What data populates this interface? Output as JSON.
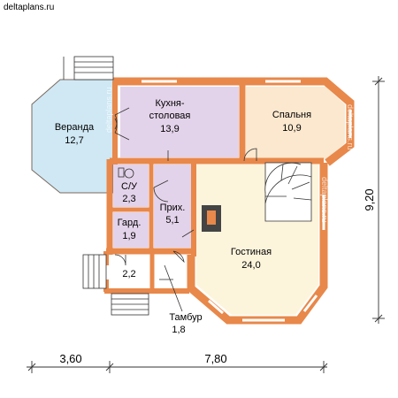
{
  "site": "deltaplans.ru",
  "rooms": {
    "veranda": {
      "name": "Веранда",
      "area": "12,7"
    },
    "kitchen": {
      "name_line1": "Кухня-",
      "name_line2": "столовая",
      "area": "13,9"
    },
    "bedroom": {
      "name": "Спальня",
      "area": "10,9"
    },
    "bathroom": {
      "name": "С/У",
      "area": "2,3"
    },
    "hall": {
      "name": "Прих.",
      "area": "5,1"
    },
    "wardrobe": {
      "name": "Гард.",
      "area": "1,9"
    },
    "porch": {
      "area": "2,2"
    },
    "living": {
      "name": "Гостиная",
      "area": "24,0"
    },
    "tambour": {
      "name": "Тамбур",
      "area": "1,8"
    }
  },
  "dimensions": {
    "left": "3,60",
    "right": "7,80",
    "height": "9,20"
  },
  "colors": {
    "wall": "#e8884a",
    "veranda": "#cfe8f4",
    "kitchen": "#e3d3ea",
    "bedroom": "#fbe8cf",
    "living": "#fdf4dc",
    "small": "#e3d3ea",
    "porch": "#ffffff"
  }
}
